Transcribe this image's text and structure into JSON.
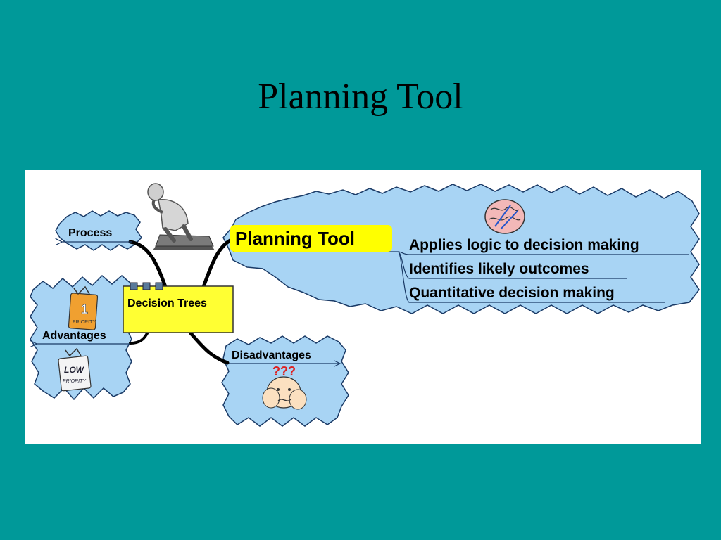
{
  "slide": {
    "title": "Planning Tool"
  },
  "map": {
    "central_topic": "Decision Trees",
    "process_label": "Process",
    "advantages_label": "Advantages",
    "disadvantages_label": "Disadvantages",
    "planning_label": "Planning Tool",
    "planning_items": [
      "Applies logic to decision making",
      "Identifies likely outcomes",
      "Quantitative decision making"
    ]
  },
  "icons": {
    "thinker": "thinker-statue-icon",
    "brain": "brain-icon",
    "high_priority": "priority-1-sign-icon",
    "low_priority": "low-priority-sign-icon",
    "confused": "confused-face-icon"
  },
  "clipart_text": {
    "high_priority_number": "1",
    "high_priority_word": "PRIORITY",
    "low_priority_word1": "LOW",
    "low_priority_word2": "PRIORITY",
    "confused_marks": "???"
  },
  "colors": {
    "background": "#009999",
    "cloud_fill": "#a8d4f4",
    "cloud_stroke": "#1a3a66",
    "topic_fill": "#ffff33",
    "highlight": "#ffff00"
  }
}
